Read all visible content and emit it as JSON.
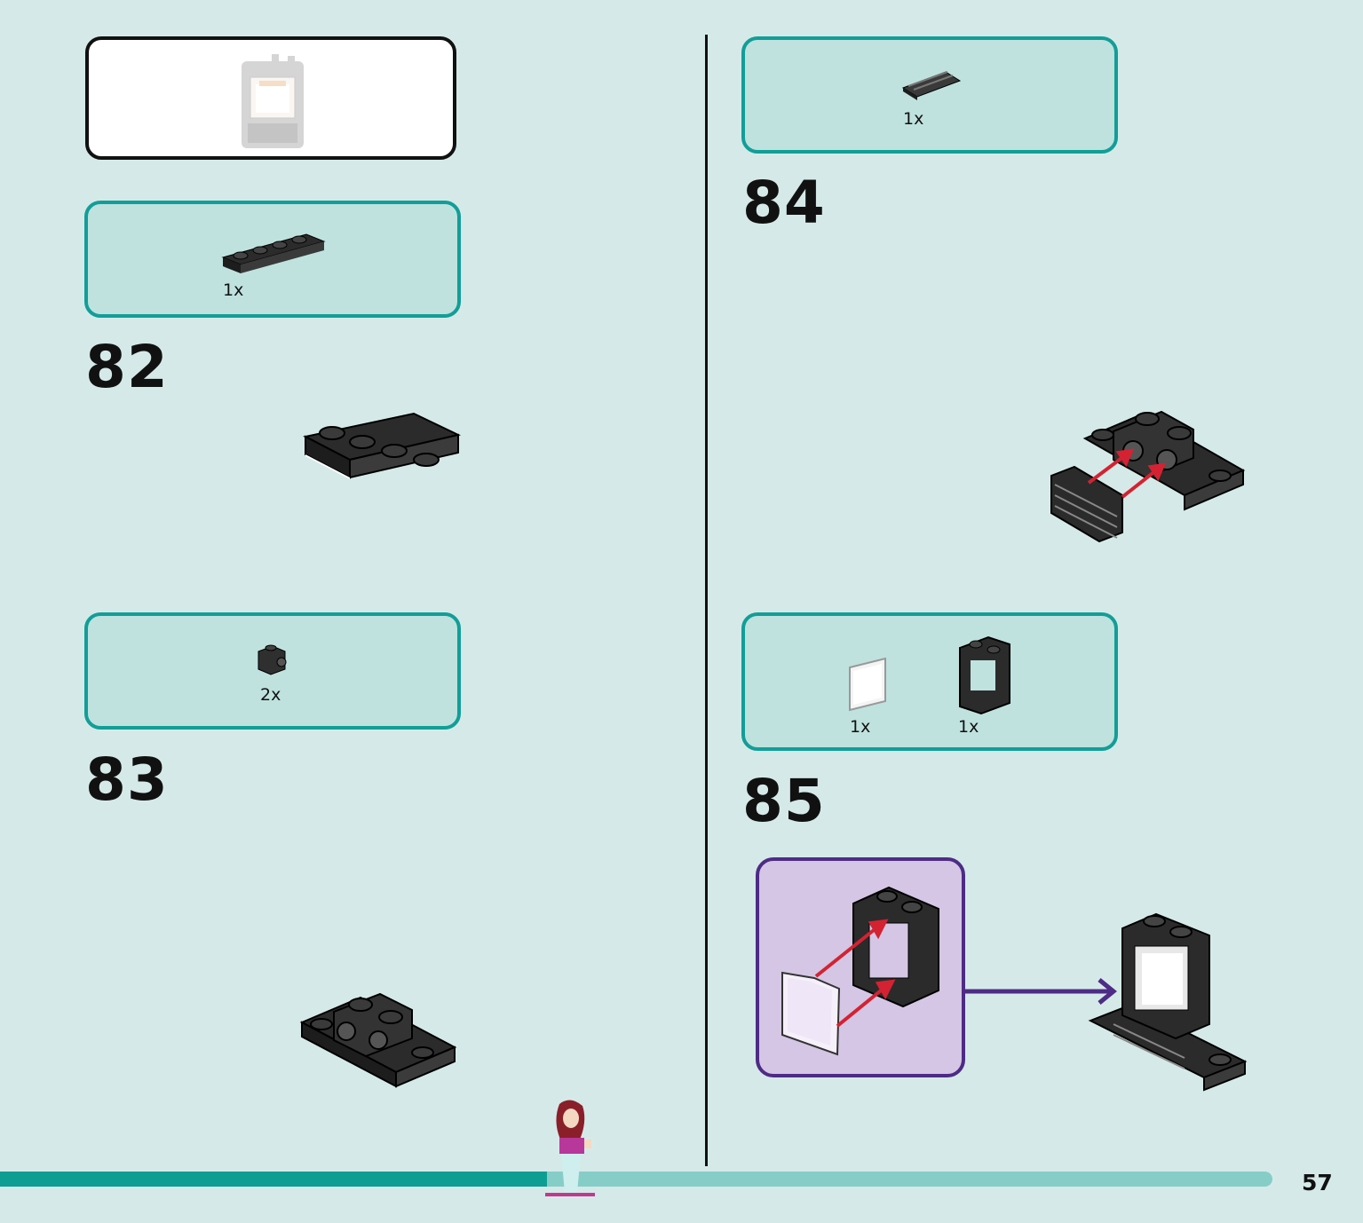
{
  "page": {
    "number": "57",
    "progress_fraction": 0.43
  },
  "colors": {
    "background": "#d5eae8",
    "parts_box_fill": "#bfe2df",
    "parts_box_border": "#129e98",
    "callout_fill": "#d4c6e4",
    "callout_border": "#4e2b86",
    "arrow": "#d42232",
    "brick": "#2b2b2b"
  },
  "overview": {
    "icon": "partial-model-thumbnail"
  },
  "steps": [
    {
      "number": "82",
      "parts": [
        {
          "name": "plate-1x4-black",
          "qty": "1x"
        }
      ]
    },
    {
      "number": "83",
      "parts": [
        {
          "name": "brick-1x1-with-side-stud-black",
          "qty": "2x"
        }
      ]
    },
    {
      "number": "84",
      "parts": [
        {
          "name": "tile-grille-black",
          "qty": "1x"
        }
      ]
    },
    {
      "number": "85",
      "parts": [
        {
          "name": "window-glass-transparent",
          "qty": "1x"
        },
        {
          "name": "window-frame-1x2x2-black",
          "qty": "1x"
        }
      ]
    }
  ]
}
